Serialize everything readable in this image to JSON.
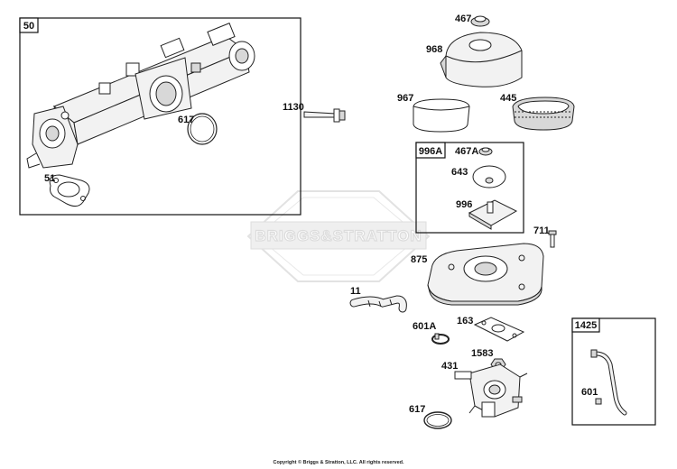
{
  "diagram": {
    "callouts": {
      "c50": "50",
      "c51": "51",
      "c617a": "617",
      "c1130": "1130",
      "c467": "467",
      "c968": "968",
      "c967": "967",
      "c445": "445",
      "c996A": "996A",
      "c467A": "467A",
      "c643": "643",
      "c996": "996",
      "c711": "711",
      "c875": "875",
      "c11": "11",
      "c601A": "601A",
      "c163": "163",
      "c1583": "1583",
      "c431": "431",
      "c617b": "617",
      "c1425": "1425",
      "c601": "601"
    },
    "watermark": "BRIGGS&STRATTON",
    "copyright": "Copyright © Briggs & Stratton, LLC. All rights reserved."
  }
}
